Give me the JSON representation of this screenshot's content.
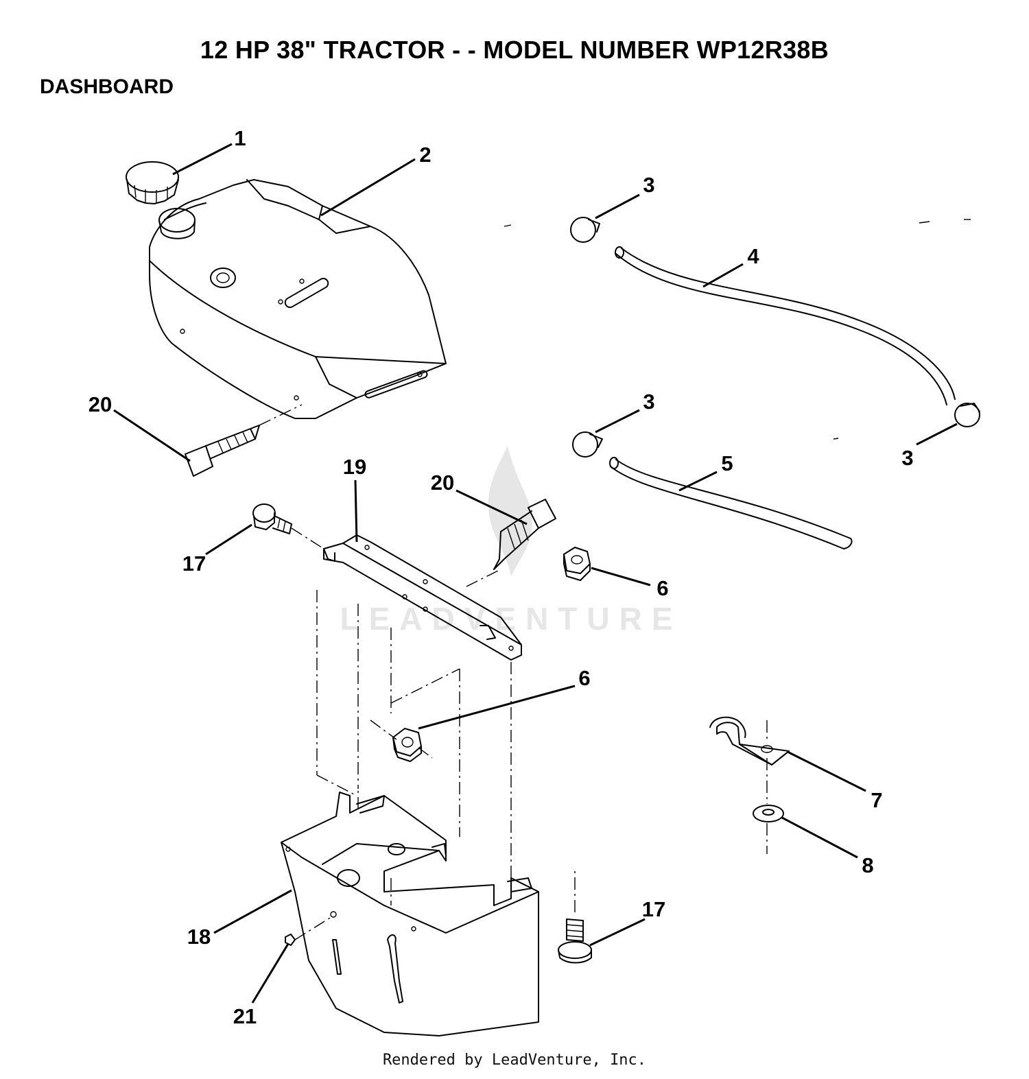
{
  "header": {
    "title": "12 HP 38\" TRACTOR - - MODEL NUMBER WP12R38B",
    "section": "DASHBOARD"
  },
  "watermark": {
    "text": "LEADVENTURE",
    "color": "#e6e6e6"
  },
  "callouts": {
    "c1": "1",
    "c2": "2",
    "c3a": "3",
    "c3b": "3",
    "c3c": "3",
    "c4": "4",
    "c5": "5",
    "c6a": "6",
    "c6b": "6",
    "c7": "7",
    "c8": "8",
    "c17a": "17",
    "c17b": "17",
    "c18": "18",
    "c19": "19",
    "c20a": "20",
    "c20b": "20",
    "c21": "21"
  },
  "footer": {
    "text": "Rendered by LeadVenture, Inc."
  }
}
